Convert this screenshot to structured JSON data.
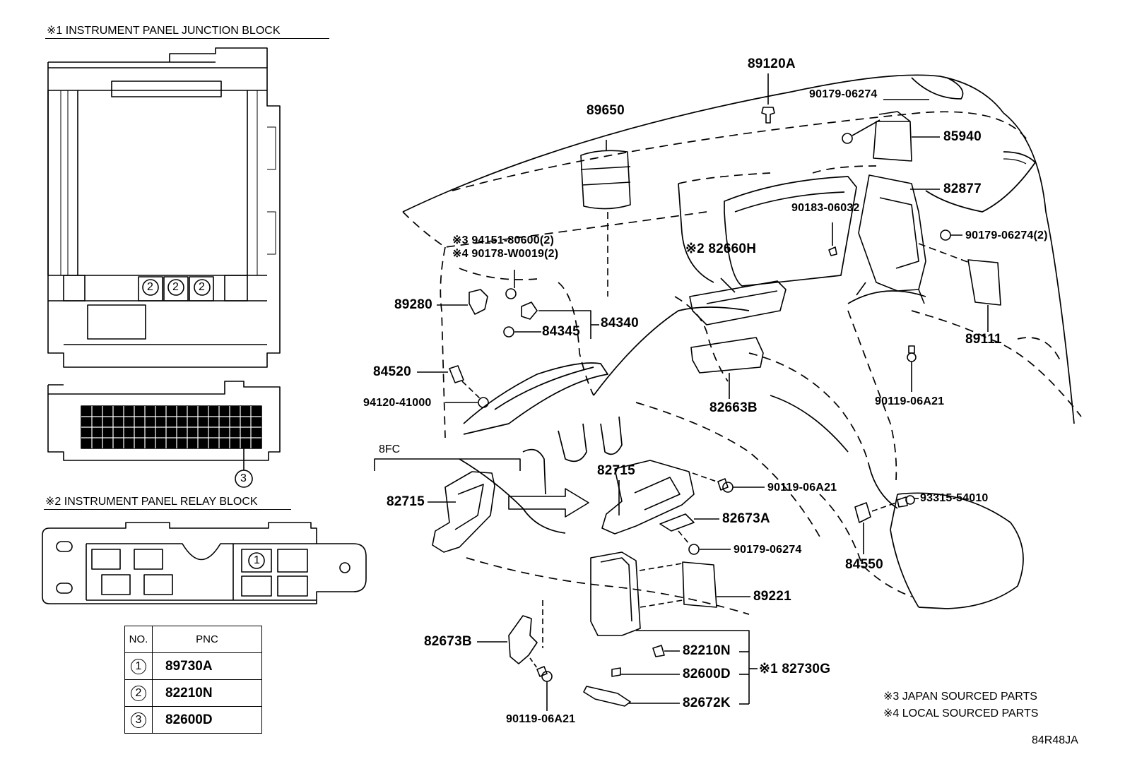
{
  "headers": {
    "junction_block": "※1 INSTRUMENT PANEL JUNCTION BLOCK",
    "relay_block": "※2 INSTRUMENT PANEL RELAY BLOCK"
  },
  "callouts": {
    "junction_circles": [
      "2",
      "2",
      "2"
    ],
    "junction_bottom_circle": "3",
    "relay_circle": "1"
  },
  "table": {
    "col_no": "NO.",
    "col_pnc": "PNC",
    "rows": [
      {
        "no": "1",
        "pnc": "89730A"
      },
      {
        "no": "2",
        "pnc": "82210N"
      },
      {
        "no": "3",
        "pnc": "82600D"
      }
    ]
  },
  "labels": {
    "p89120A": "89120A",
    "p90179_06274_top": "90179-06274",
    "p89650": "89650",
    "p85940": "85940",
    "p82877": "82877",
    "p90183_06032": "90183-06032",
    "p90179_06274_2": "90179-06274(2)",
    "p94151_80600": "※3 94151-80600(2)",
    "p90178_W0019": "※4 90178-W0019(2)",
    "p82660H": "※2 82660H",
    "p89280": "89280",
    "p84340": "84340",
    "p84345": "84345",
    "p89111": "89111",
    "p84520": "84520",
    "p94120_41000": "94120-41000",
    "p82663B": "82663B",
    "p90119_06A21_right": "90119-06A21",
    "p8FC": "8FC",
    "p82715_left": "82715",
    "p82715_center": "82715",
    "p90119_06A21_mid": "90119-06A21",
    "p93315_54010": "93315-54010",
    "p82673A": "82673A",
    "p90179_06274_low": "90179-06274",
    "p84550": "84550",
    "p89221": "89221",
    "p82673B": "82673B",
    "p82210N": "82210N",
    "p82600D": "82600D",
    "p82730G": "※1 82730G",
    "p82672K": "82672K",
    "p90119_06A21_bottom": "90119-06A21"
  },
  "notes": {
    "japan": "※3 JAPAN SOURCED PARTS",
    "local": "※4 LOCAL SOURCED PARTS"
  },
  "diagram_id": "84R48JA"
}
